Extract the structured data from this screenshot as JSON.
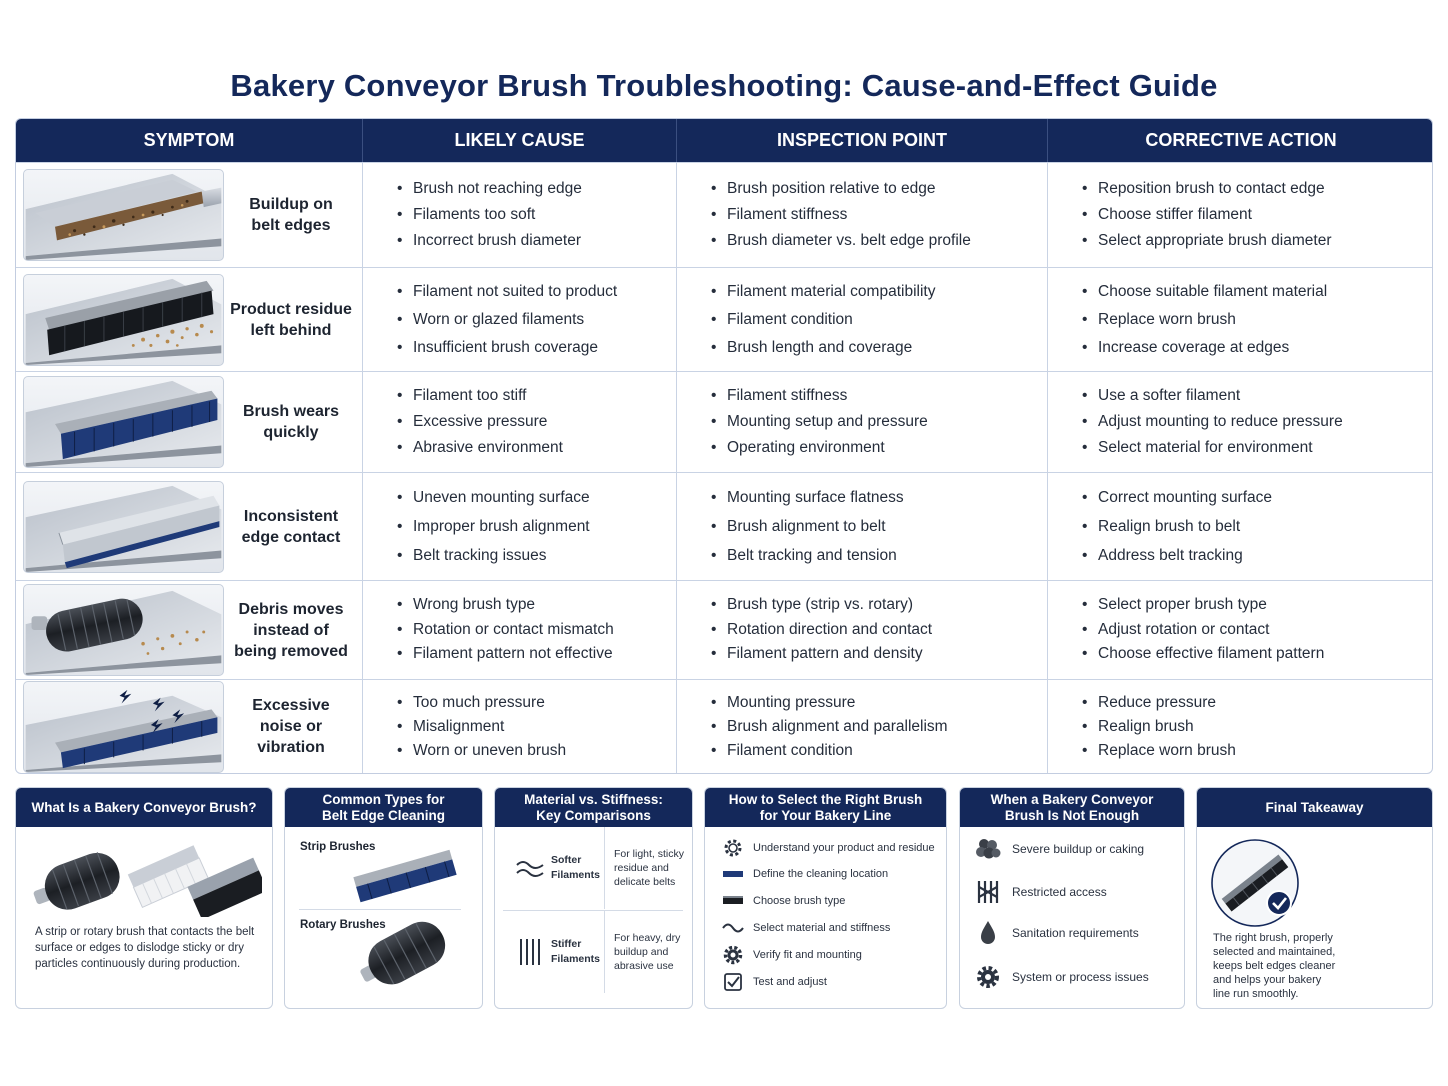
{
  "title": "Bakery Conveyor Brush Troubleshooting: Cause-and-Effect Guide",
  "columns": [
    "SYMPTOM",
    "LIKELY CAUSE",
    "INSPECTION POINT",
    "CORRECTIVE ACTION"
  ],
  "rows": [
    {
      "symptom": [
        "Buildup on",
        "belt edges"
      ],
      "image": "edge-buildup-illustration",
      "causes": [
        "Brush not reaching edge",
        "Filaments too soft",
        "Incorrect brush diameter"
      ],
      "inspection": [
        "Brush position relative to edge",
        "Filament stiffness",
        "Brush diameter vs. belt edge profile"
      ],
      "actions": [
        "Reposition brush to contact edge",
        "Choose stiffer filament",
        "Select appropriate brush diameter"
      ]
    },
    {
      "symptom": [
        "Product residue",
        "left behind"
      ],
      "image": "residue-on-belt-illustration",
      "causes": [
        "Filament not suited to product",
        "Worn or glazed filaments",
        "Insufficient brush coverage"
      ],
      "inspection": [
        "Filament material compatibility",
        "Filament condition",
        "Brush length and coverage"
      ],
      "actions": [
        "Choose suitable filament material",
        "Replace worn brush",
        "Increase coverage at edges"
      ]
    },
    {
      "symptom": [
        "Brush wears",
        "quickly"
      ],
      "image": "worn-strip-brush-illustration",
      "causes": [
        "Filament too stiff",
        "Excessive pressure",
        "Abrasive environment"
      ],
      "inspection": [
        "Filament stiffness",
        "Mounting setup and pressure",
        "Operating environment"
      ],
      "actions": [
        "Use a softer filament",
        "Adjust mounting to reduce pressure",
        "Select material for environment"
      ]
    },
    {
      "symptom": [
        "Inconsistent",
        "edge contact"
      ],
      "image": "misaligned-brush-illustration",
      "causes": [
        "Uneven mounting surface",
        "Improper brush alignment",
        "Belt tracking issues"
      ],
      "inspection": [
        "Mounting surface flatness",
        "Brush alignment to belt",
        "Belt tracking and tension"
      ],
      "actions": [
        "Correct mounting surface",
        "Realign brush to belt",
        "Address belt tracking"
      ]
    },
    {
      "symptom": [
        "Debris moves",
        "instead of",
        "being removed"
      ],
      "image": "rotary-brush-debris-illustration",
      "causes": [
        "Wrong brush type",
        "Rotation or contact mismatch",
        "Filament pattern not effective"
      ],
      "inspection": [
        "Brush type (strip vs. rotary)",
        "Rotation direction and contact",
        "Filament pattern and density"
      ],
      "actions": [
        "Select proper brush type",
        "Adjust rotation or contact",
        "Choose effective filament pattern"
      ]
    },
    {
      "symptom": [
        "Excessive",
        "noise or",
        "vibration"
      ],
      "image": "vibrating-brush-illustration",
      "causes": [
        "Too much pressure",
        "Misalignment",
        "Worn or uneven brush"
      ],
      "inspection": [
        "Mounting pressure",
        "Brush alignment and parallelism",
        "Filament condition"
      ],
      "actions": [
        "Reduce pressure",
        "Realign brush",
        "Replace worn brush"
      ]
    }
  ],
  "panels": {
    "what": {
      "title": "What Is a Bakery Conveyor Brush?",
      "text": "A strip or rotary brush that contacts the belt surface or edges to dislodge sticky or dry particles continuously during production."
    },
    "types": {
      "title": [
        "Common Types for",
        "Belt Edge Cleaning"
      ],
      "strip": "Strip Brushes",
      "rotary": "Rotary Brushes"
    },
    "material": {
      "title": [
        "Material vs. Stiffness:",
        "Key Comparisons"
      ],
      "softer": {
        "name": [
          "Softer",
          "Filaments"
        ],
        "use": [
          "For light, sticky",
          "residue and",
          "delicate belts"
        ]
      },
      "stiffer": {
        "name": [
          "Stiffer",
          "Filaments"
        ],
        "use": [
          "For heavy, dry",
          "buildup and",
          "abrasive use"
        ]
      }
    },
    "select": {
      "title": [
        "How to Select the Right Brush",
        "for Your Bakery Line"
      ],
      "steps": [
        {
          "icon": "product-gear-icon",
          "text": "Understand your product and residue"
        },
        {
          "icon": "belt-location-icon",
          "text": "Define the cleaning location"
        },
        {
          "icon": "brush-type-icon",
          "text": "Choose brush type"
        },
        {
          "icon": "wave-stiffness-icon",
          "text": "Select material and stiffness"
        },
        {
          "icon": "gear-icon",
          "text": "Verify fit and mounting"
        },
        {
          "icon": "checkbox-icon",
          "text": "Test and adjust"
        }
      ]
    },
    "enough": {
      "title": [
        "When a Bakery Conveyor",
        "Brush Is Not Enough"
      ],
      "items": [
        {
          "icon": "buildup-cluster-icon",
          "text": "Severe buildup or caking"
        },
        {
          "icon": "restricted-access-icon",
          "text": "Restricted access"
        },
        {
          "icon": "water-drop-icon",
          "text": "Sanitation requirements"
        },
        {
          "icon": "gear-icon",
          "text": "System or process issues"
        }
      ]
    },
    "final": {
      "title": "Final Takeaway",
      "text": [
        "The right brush, properly",
        "selected and maintained,",
        "keeps belt edges cleaner",
        "and helps your bakery",
        "line run smoothly."
      ]
    }
  },
  "colors": {
    "navy": "#14285a",
    "brush_blue": "#1f3a78",
    "border": "#c9d3e4"
  }
}
